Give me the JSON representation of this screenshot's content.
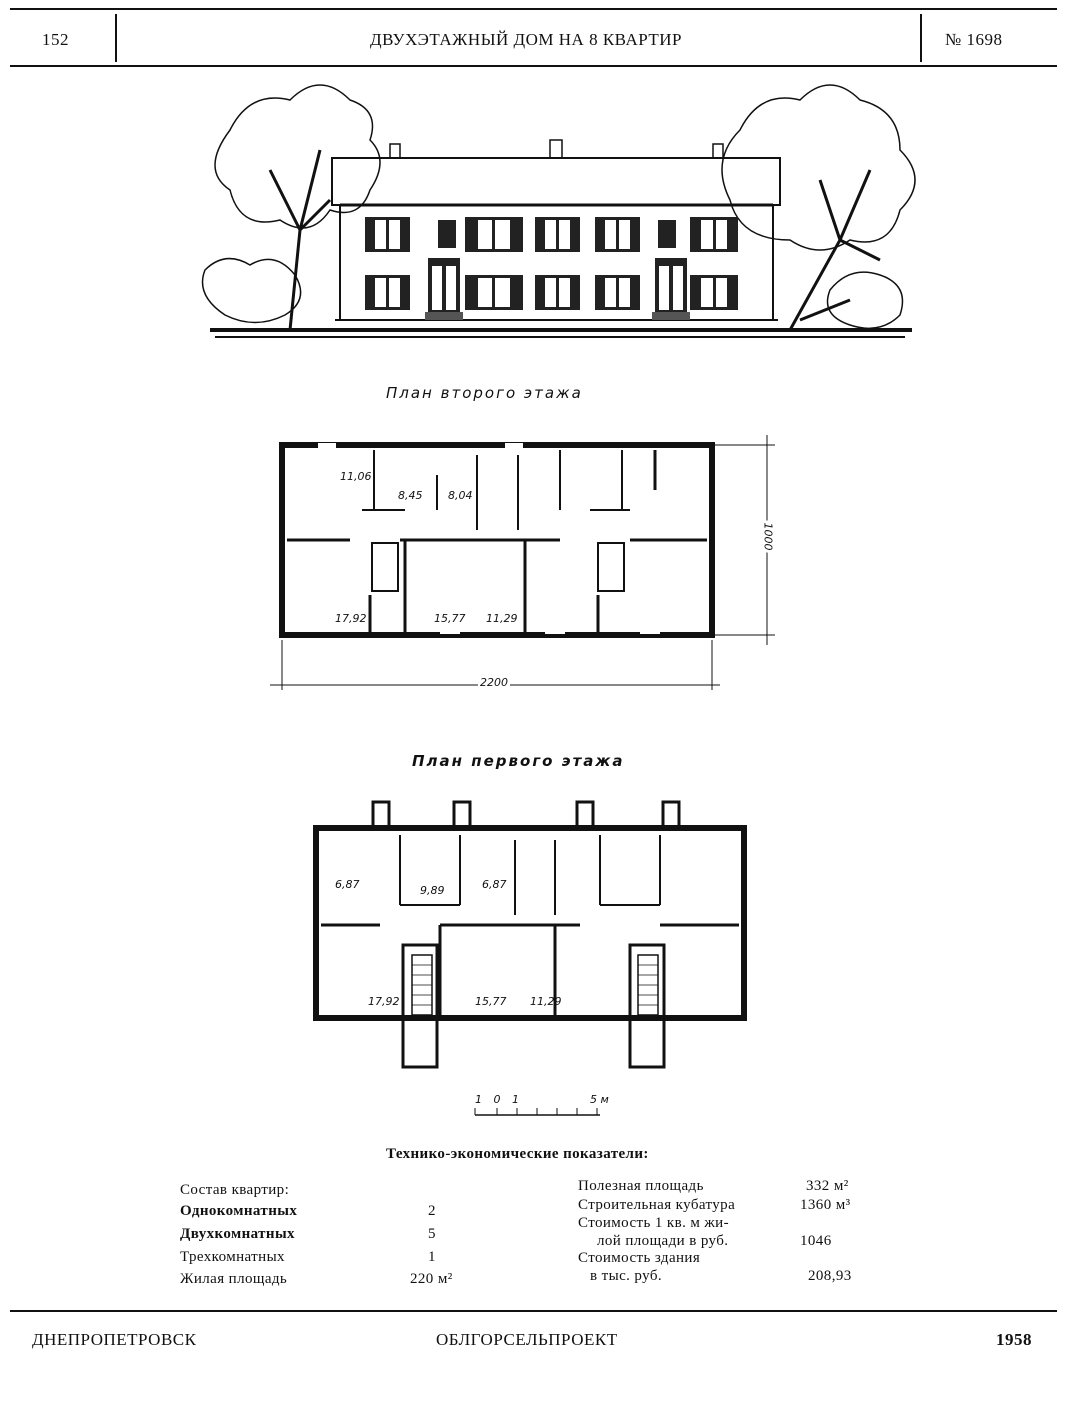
{
  "header": {
    "page_number": "152",
    "title": "ДВУХЭТАЖНЫЙ ДОМ НА 8 КВАРТИР",
    "project_number": "№ 1698"
  },
  "plans": {
    "second_floor": {
      "title": "План второго этажа",
      "rooms": [
        "11,06",
        "8,45",
        "8,04",
        "17,92",
        "15,77",
        "11,29"
      ],
      "dim_width": "2200",
      "dim_depth": "1000"
    },
    "first_floor": {
      "title": "План первого этажа",
      "rooms": [
        "6,87",
        "9,89",
        "6,87",
        "17,92",
        "15,77",
        "11,29"
      ]
    },
    "scale": {
      "labels": "1 0 1",
      "end": "5 м"
    }
  },
  "indicators": {
    "heading": "Технико-экономические показатели:",
    "composition_label": "Состав квартир:",
    "left": [
      {
        "label": "Однокомнатных",
        "value": "2"
      },
      {
        "label": "Двухкомнатных",
        "value": "5"
      },
      {
        "label": "Трехкомнатных",
        "value": "1"
      },
      {
        "label": "Жилая площадь",
        "value": "220 м²"
      }
    ],
    "right": [
      {
        "label": "Полезная площадь",
        "value": "332 м²"
      },
      {
        "label": "Строительная кубатура",
        "value": "1360 м³"
      },
      {
        "label": "Стоимость 1 кв. м жи-",
        "label2": "лой площади в руб.",
        "value": "1046"
      },
      {
        "label": "Стоимость здания",
        "label2": "в тыс. руб.",
        "value": "208,93"
      }
    ]
  },
  "footer": {
    "city": "ДНЕПРОПЕТРОВСК",
    "organization": "ОБЛГОРСЕЛЬПРОЕКТ",
    "year": "1958"
  }
}
